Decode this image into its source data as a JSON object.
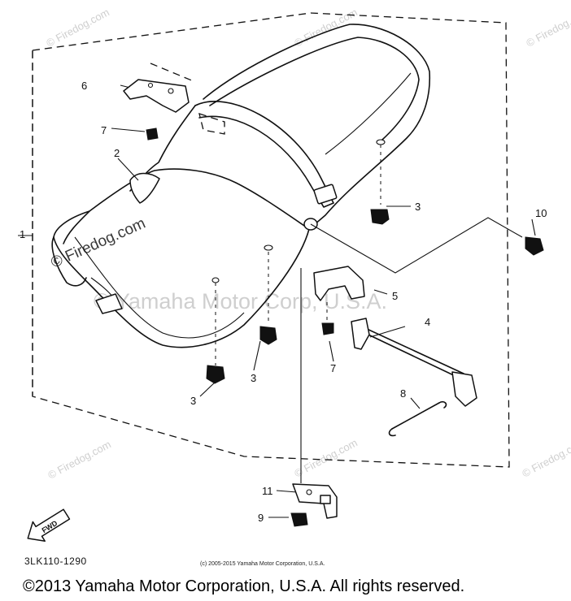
{
  "watermarks": {
    "firedog": "© Firedog.com",
    "firedog_dark": "© Firedog.com",
    "yamaha": "© Yamaha Motor Corp, U.S.A."
  },
  "diagram_code": "3LK110-1290",
  "copyright_small": "(c) 2005-2015 Yamaha Motor Corporation, U.S.A.",
  "copyright_footer": "©2013 Yamaha Motor Corporation, U.S.A. All rights reserved.",
  "fwd_label": "FWD",
  "callouts": {
    "c1": "1",
    "c2": "2",
    "c3a": "3",
    "c3b": "3",
    "c3c": "3",
    "c4": "4",
    "c5": "5",
    "c6": "6",
    "c7a": "7",
    "c7b": "7",
    "c8": "8",
    "c9": "9",
    "c10": "10",
    "c11": "11"
  }
}
